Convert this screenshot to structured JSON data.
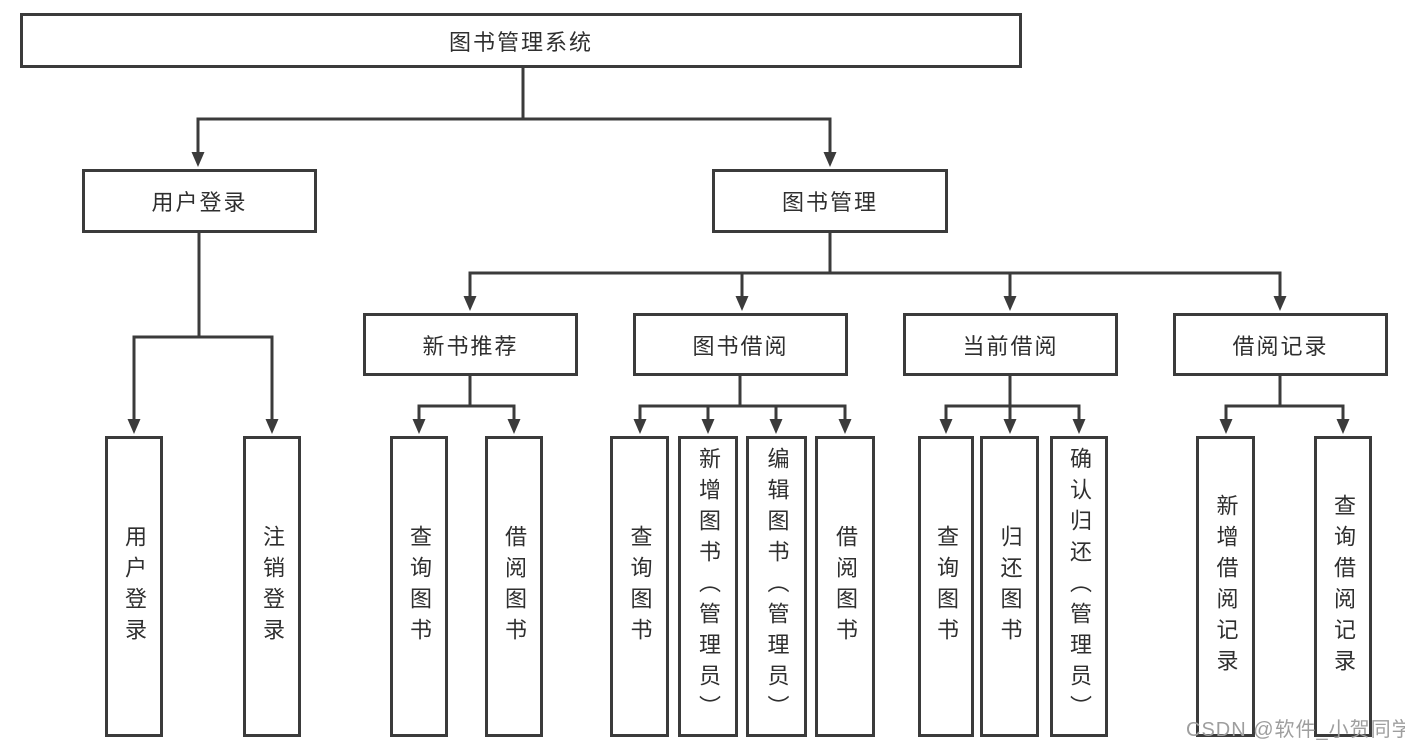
{
  "diagram": {
    "root": "图书管理系统",
    "level2": [
      "用户登录",
      "图书管理"
    ],
    "level3": [
      "新书推荐",
      "图书借阅",
      "当前借阅",
      "借阅记录"
    ],
    "leaves": {
      "user_login": [
        "用户登录",
        "注销登录"
      ],
      "new_book_recommend": [
        "查询图书",
        "借阅图书"
      ],
      "book_borrow": [
        "查询图书",
        "新增图书（管理员）",
        "编辑图书（管理员）",
        "借阅图书"
      ],
      "current_borrow": [
        "查询图书",
        "归还图书",
        "确认归还（管理员）"
      ],
      "borrow_records": [
        "新增借阅记录",
        "查询借阅记录"
      ]
    }
  },
  "watermark": "CSDN @软件_小贺同学",
  "colors": {
    "line": "#3b3b3b",
    "text": "#2f2f2f",
    "watermark": "#9e9e9e",
    "background": "#ffffff"
  }
}
